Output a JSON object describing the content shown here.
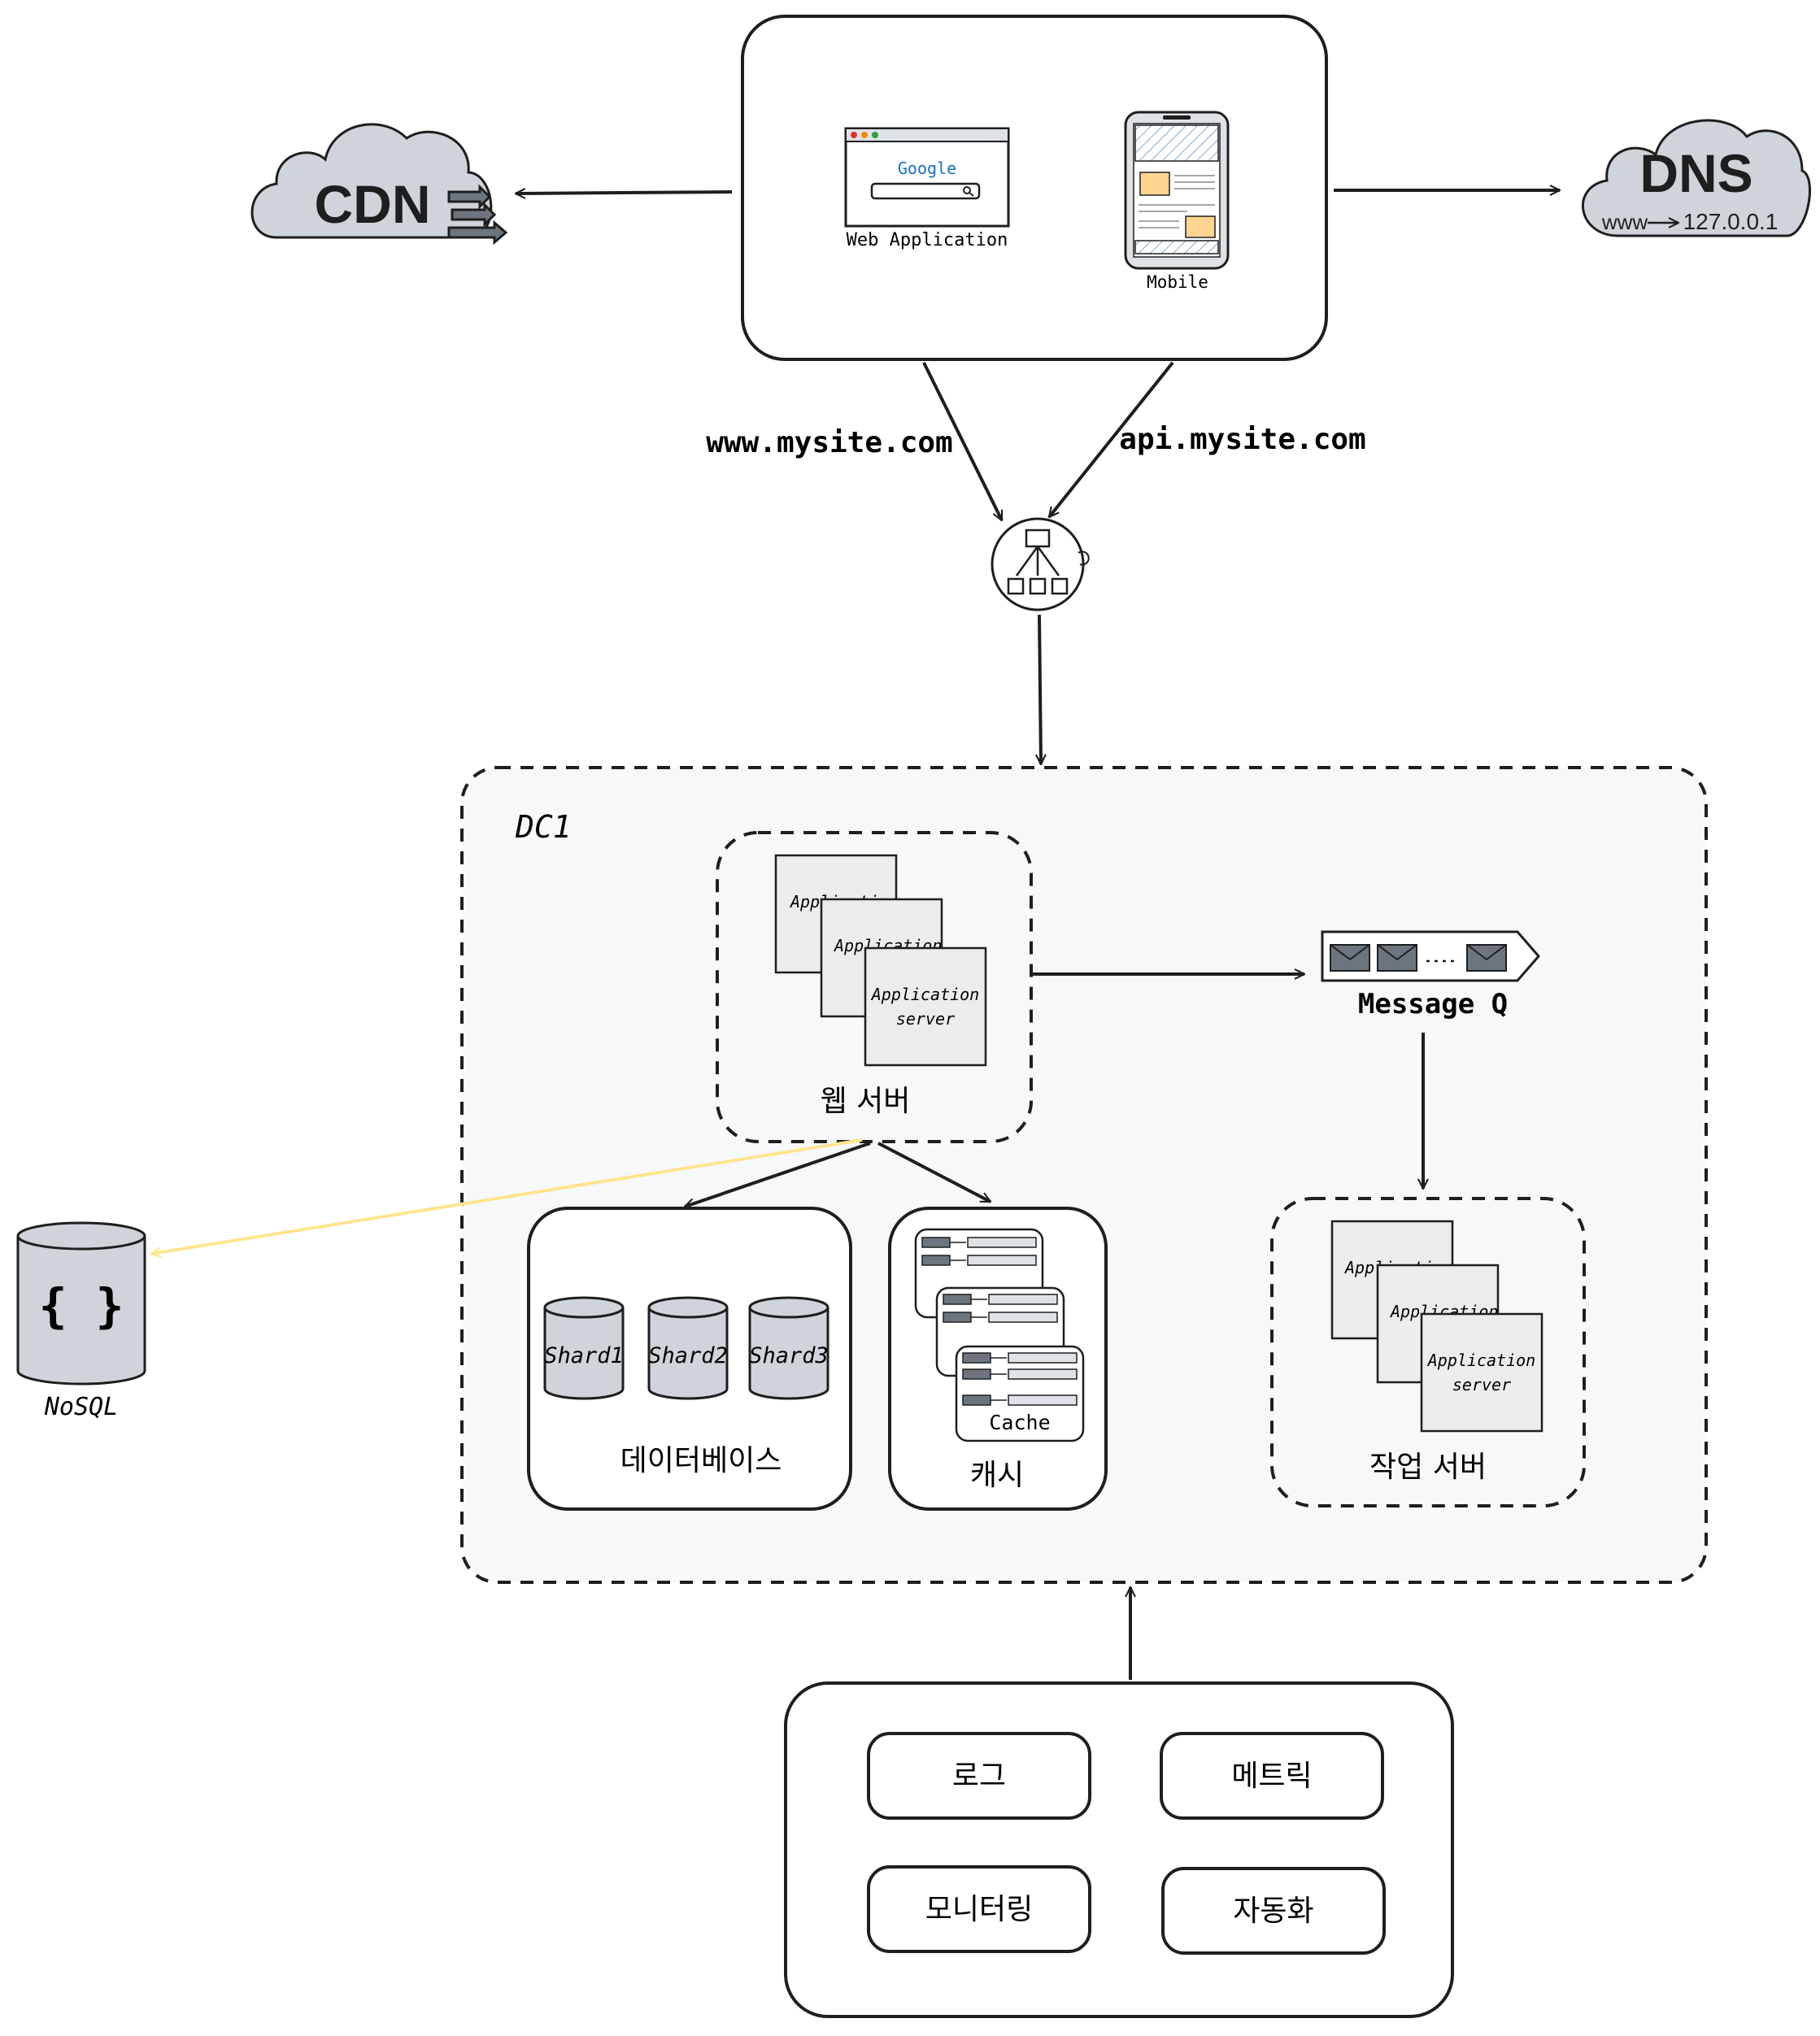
{
  "clients": {
    "web_app_label": "Web Application",
    "search_brand": "Google",
    "mobile_label": "Mobile"
  },
  "cdn": {
    "label": "CDN"
  },
  "dns": {
    "label": "DNS",
    "sub_www": "www",
    "sub_ip": "127.0.0.1"
  },
  "routes": {
    "web": "www.mysite.com",
    "api": "api.mysite.com"
  },
  "dc1": {
    "label": "DC1",
    "web_server": {
      "card_line1": "Application",
      "card_line2": "server",
      "label": "웹 서버"
    },
    "message_queue": {
      "label": "Message Q"
    },
    "database": {
      "shards": [
        "Shard1",
        "Shard2",
        "Shard3"
      ],
      "label": "데이터베이스"
    },
    "cache": {
      "inner_label": "Cache",
      "label": "캐시"
    },
    "worker": {
      "card_line1": "Application",
      "card_line2": "server",
      "label": "작업 서버"
    }
  },
  "nosql": {
    "glyph": "{ }",
    "label": "NoSQL"
  },
  "ops": {
    "log": "로그",
    "metrics": "메트릭",
    "monitoring": "모니터링",
    "automation": "자동화"
  },
  "colors": {
    "stroke": "#1e1e1e",
    "dc_fill": "#f7f8fa",
    "gray_fill": "#ced4da",
    "nosql_arrow": "#ffe58f",
    "mobile_screen": "#a5d8ff",
    "mobile_card": "#ffd591"
  }
}
